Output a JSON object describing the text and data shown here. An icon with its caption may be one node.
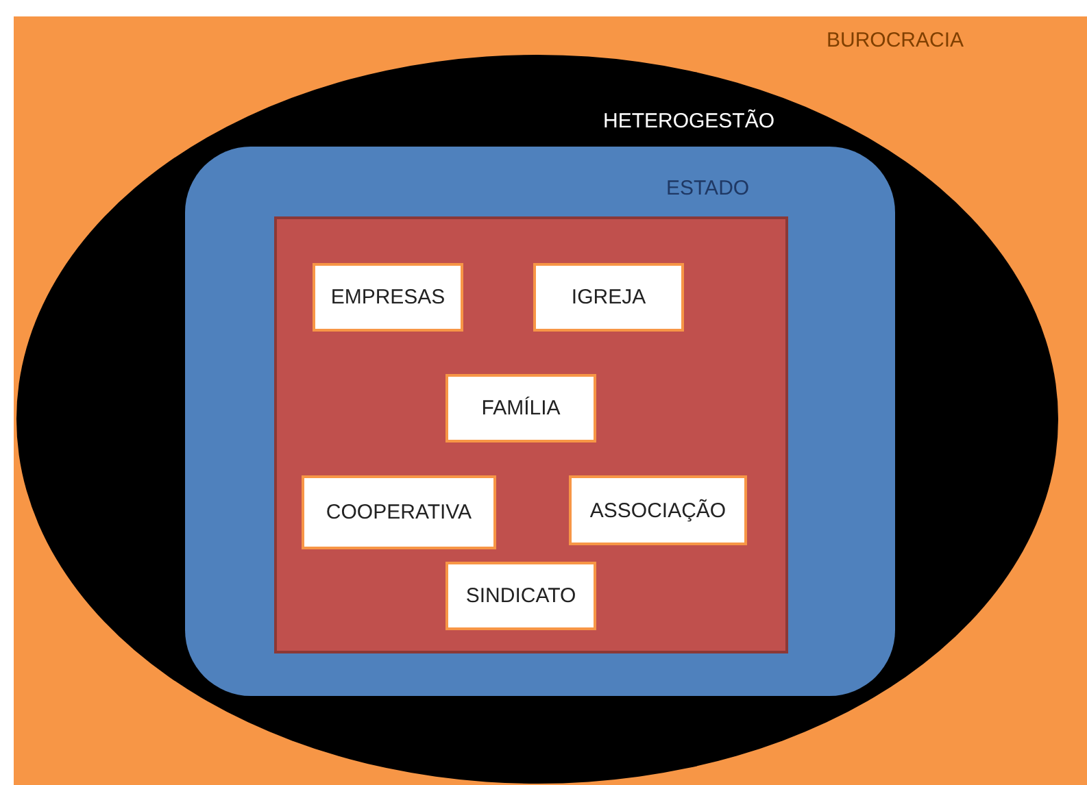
{
  "diagram": {
    "nodes": [
      {
        "text": [
          "BUROCRACIA"
        ]
      },
      {
        "text": [
          "HETEROGESTÃO"
        ],
        "in": 0
      },
      {
        "text": [
          "ESTADO"
        ],
        "in": 1
      },
      {
        "text": [],
        "shape": "box",
        "in": 2
      },
      {
        "text": [
          "EMPRESAS"
        ],
        "in": 3
      },
      {
        "text": [
          "IGREJA"
        ],
        "in": 3
      },
      {
        "text": [
          "FAMÍLIA"
        ],
        "in": 3
      },
      {
        "text": [
          "COOPERATIVA"
        ],
        "in": 3
      },
      {
        "text": [
          "ASSOCIAÇÃO"
        ],
        "in": 3
      },
      {
        "text": [
          "SINDICATO"
        ],
        "in": 3
      }
    ]
  }
}
